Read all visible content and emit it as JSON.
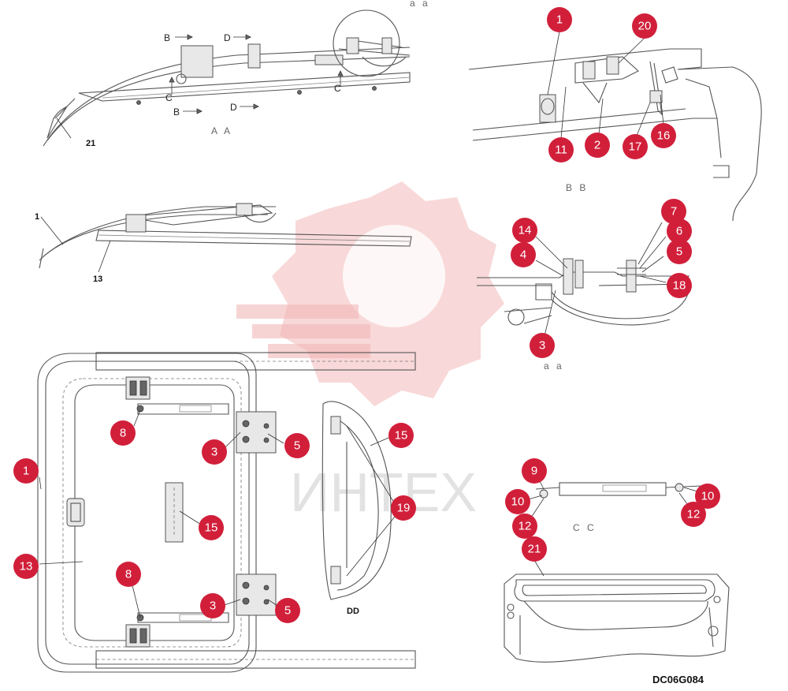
{
  "watermark": {
    "text": "ИНТЕХ",
    "color": "#f2b8b8"
  },
  "drawing_code": "DC06G084",
  "callout_color": "#d11f3a",
  "view_labels": {
    "aa_small": "a a",
    "AA": "A A",
    "BB": "B B",
    "aa_detail": "a a",
    "CC": "C C",
    "DD": "DD"
  },
  "section_markers": {
    "B_top": "B",
    "D_top": "D",
    "C_left": "C",
    "B_bottom": "B",
    "D_bottom": "D",
    "C_right": "C"
  },
  "plain_labels": {
    "l21": "21",
    "l1": "1",
    "l13": "13"
  },
  "callouts": [
    "1",
    "20",
    "11",
    "2",
    "17",
    "16",
    "7",
    "14",
    "6",
    "4",
    "5",
    "18",
    "3",
    "8",
    "3",
    "5",
    "15",
    "1",
    "15",
    "19",
    "13",
    "8",
    "3",
    "5",
    "9",
    "10",
    "10",
    "12",
    "12",
    "21"
  ]
}
